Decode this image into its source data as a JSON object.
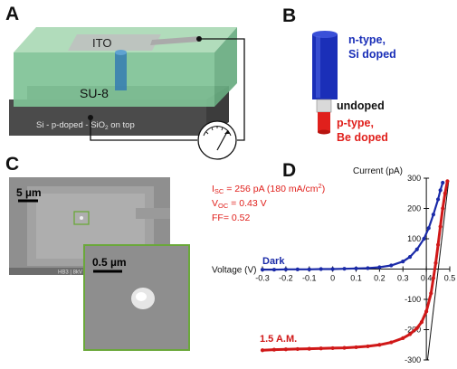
{
  "panels": {
    "a": {
      "letter": "A",
      "ito_label": "ITO",
      "su8_label": "SU-8",
      "substrate_label_main": "Si - p-doped - SiO",
      "substrate_label_sub": "2",
      "substrate_label_tail": " on top"
    },
    "b": {
      "letter": "B",
      "ntype_line1": "n-type,",
      "ntype_line2": "Si doped",
      "undoped": "undoped",
      "ptype_line1": "p-type,",
      "ptype_line2": "Be doped"
    },
    "c": {
      "letter": "C",
      "scale_main": "5 µm",
      "scale_inset": "0.5 µm",
      "sem_footer": "HB3 | 8kV"
    },
    "d": {
      "letter": "D",
      "isc_label": "I",
      "isc_sub": "SC",
      "isc_value": " = 256 pA (180 mA/cm",
      "isc_sup": "2",
      "isc_close": ")",
      "voc_label": "V",
      "voc_sub": "OC",
      "voc_value": " = 0.43 V",
      "ff_text": "FF= 0.52",
      "dark_label": "Dark",
      "light_label": "1.5 A.M."
    }
  },
  "colors": {
    "ntype": "#1a2fb8",
    "ptype": "#e0201c",
    "dark_series": "#1a2aa8",
    "light_series": "#d01818",
    "annotation": "#e0201c",
    "su8_green": "#8fc9a0",
    "substrate_gray": "#5a5a5a"
  },
  "chart_data": {
    "type": "line",
    "title": "",
    "xlabel": "Voltage (V)",
    "ylabel": "Current (pA)",
    "xlim": [
      -0.3,
      0.5
    ],
    "ylim": [
      -300,
      300
    ],
    "x_ticks": [
      -0.3,
      -0.2,
      -0.1,
      0,
      0.1,
      0.2,
      0.3,
      0.4,
      0.5
    ],
    "x_tick_labels": [
      "-0.3",
      "-0.2",
      "-0.1",
      "0",
      "0.1",
      "0.2",
      "0.3",
      "0.4",
      "0.5"
    ],
    "y_ticks": [
      -300,
      -200,
      -100,
      100,
      200,
      300
    ],
    "y_tick_labels": [
      "-300",
      "-200",
      "-100",
      "100",
      "200",
      "300"
    ],
    "series": [
      {
        "name": "Dark",
        "x": [
          -0.3,
          -0.25,
          -0.2,
          -0.15,
          -0.1,
          -0.05,
          0,
          0.05,
          0.1,
          0.15,
          0.2,
          0.25,
          0.3,
          0.33,
          0.36,
          0.39,
          0.41,
          0.43,
          0.45,
          0.46,
          0.47
        ],
        "y": [
          -2,
          -2,
          -1,
          -1,
          -1,
          0,
          0,
          1,
          2,
          3,
          6,
          12,
          25,
          40,
          65,
          100,
          135,
          180,
          230,
          260,
          285
        ]
      },
      {
        "name": "1.5 A.M.",
        "x": [
          -0.3,
          -0.25,
          -0.2,
          -0.15,
          -0.1,
          -0.05,
          0,
          0.05,
          0.1,
          0.15,
          0.2,
          0.25,
          0.3,
          0.33,
          0.36,
          0.38,
          0.4,
          0.42,
          0.43,
          0.44,
          0.45,
          0.46,
          0.47,
          0.48,
          0.49
        ],
        "y": [
          -268,
          -266,
          -265,
          -264,
          -263,
          -262,
          -261,
          -260,
          -258,
          -255,
          -250,
          -242,
          -228,
          -215,
          -195,
          -175,
          -140,
          -80,
          -30,
          20,
          80,
          140,
          200,
          250,
          290
        ]
      }
    ],
    "fit_line": {
      "x": [
        0.405,
        0.495
      ],
      "y": [
        -300,
        290
      ]
    }
  }
}
